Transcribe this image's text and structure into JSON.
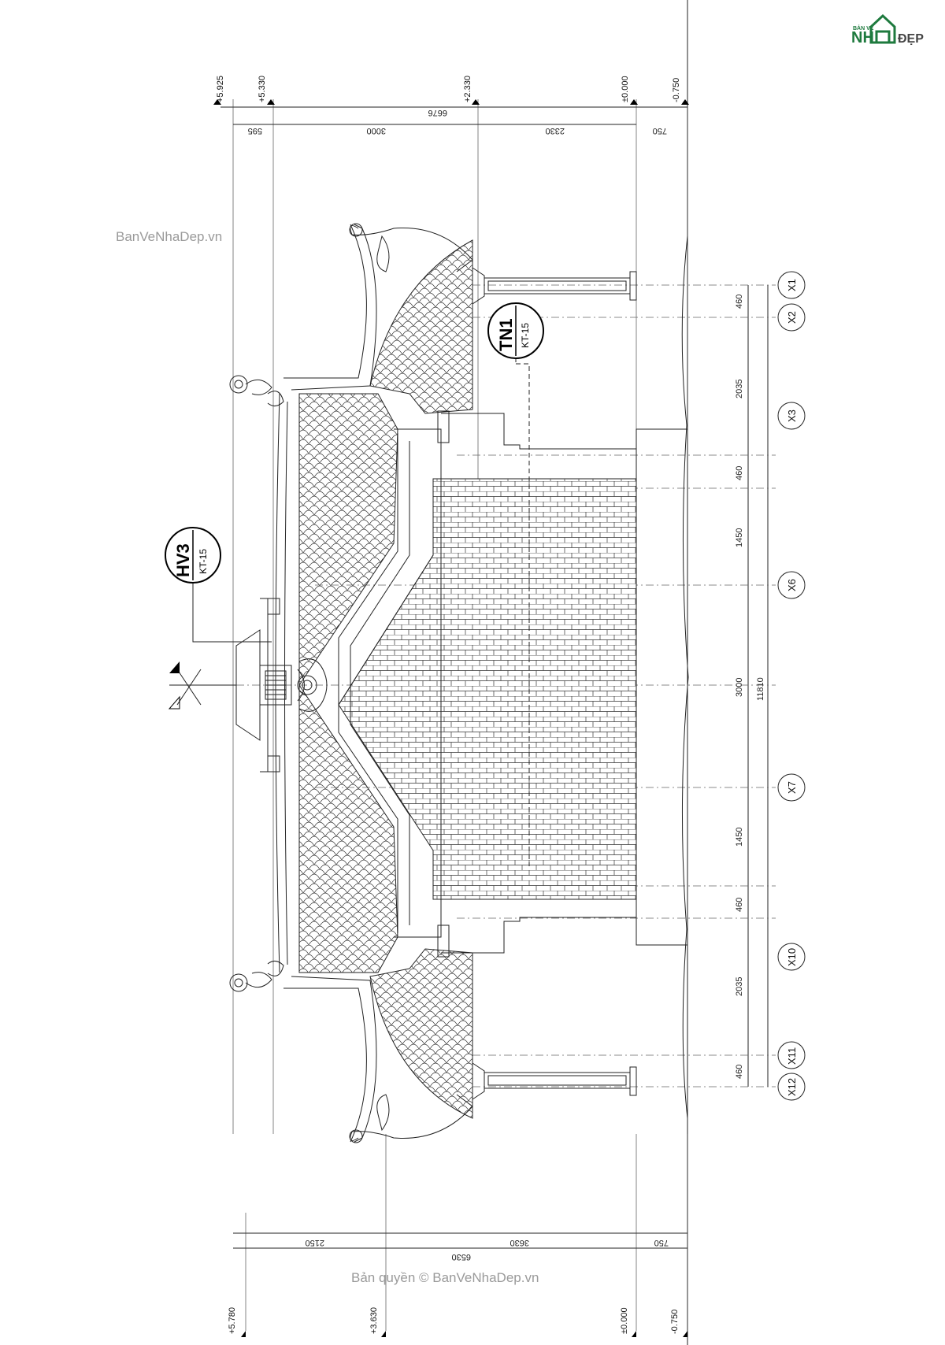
{
  "logo": {
    "small": "BẢN VẼ",
    "big": "NH",
    "suffix": "ĐẸP"
  },
  "watermarks": {
    "side": "BanVeNhaDep.vn",
    "bottom": "Bản quyền © BanVeNhaDep.vn"
  },
  "tags": [
    {
      "code": "TN1",
      "sheet": "KT-15"
    },
    {
      "code": "HV3",
      "sheet": "KT-15"
    }
  ],
  "levels_top": [
    "+5.925",
    "+5.330",
    "+2.330",
    "±0.000",
    "-0.750"
  ],
  "levels_bottom": [
    "+5.780",
    "+3.630",
    "±0.000",
    "-0.750"
  ],
  "dims_top": {
    "total": "6676",
    "segments": [
      "595",
      "3000",
      "2330",
      "750"
    ]
  },
  "dims_bottom": {
    "total": "6530",
    "segments": [
      "2150",
      "3630",
      "750"
    ]
  },
  "dims_right": {
    "total": "11810",
    "segments": [
      "460",
      "2035",
      "460",
      "1450",
      "3000",
      "1450",
      "460",
      "2035",
      "460"
    ]
  },
  "grid_axes": [
    "X1",
    "X2",
    "X3",
    "X6",
    "X7",
    "X10",
    "X11",
    "X12"
  ],
  "colors": {
    "line": "#222222",
    "watermark": "#9a9a9a",
    "logo": "#1e7a3e"
  }
}
